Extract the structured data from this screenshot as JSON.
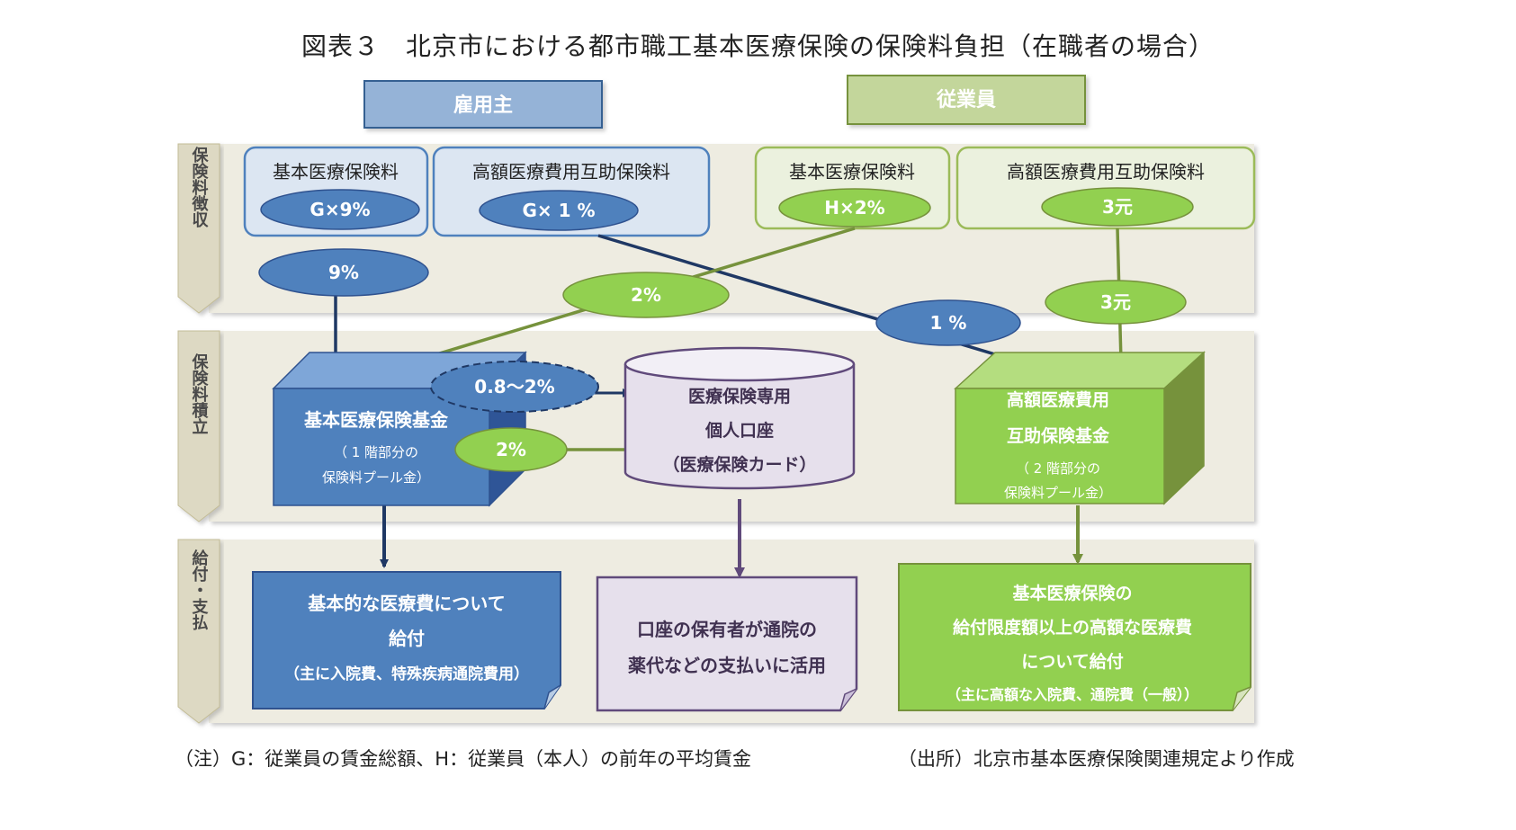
{
  "title": "図表３　北京市における都市職工基本医療保険の保険料負担（在職者の場合）",
  "parties": {
    "employer": "雇用主",
    "employee": "従業員"
  },
  "rows": {
    "collection": "保険料徴収",
    "accumulation": "保険料積立",
    "payment": "給付・支払"
  },
  "employer_fees": {
    "basic": {
      "label": "基本医療保険料",
      "rate": "G×9%"
    },
    "high": {
      "label": "高額医療費用互助保険料",
      "rate": "G× 1 %"
    }
  },
  "employee_fees": {
    "basic": {
      "label": "基本医療保険料",
      "rate": "H×2%"
    },
    "high": {
      "label": "高額医療費用互助保険料",
      "rate": "3元"
    }
  },
  "flows": {
    "employer_basic": "9%",
    "employee_basic": "2%",
    "employer_high": "1 %",
    "employee_high": "3元",
    "transfer_range": "0.8～2%",
    "transfer_employee": "2%"
  },
  "funds": {
    "basic": {
      "title": "基本医療保険基金",
      "note1": "（ 1 階部分の",
      "note2": "保険料プール金）"
    },
    "account": {
      "line1": "医療保険専用",
      "line2": "個人口座",
      "line3": "（医療保険カード）"
    },
    "high": {
      "line1": "高額医療費用",
      "line2": "互助保険基金",
      "note1": "（ 2 階部分の",
      "note2": "保険料プール金）"
    }
  },
  "benefits": {
    "basic": {
      "line1": "基本的な医療費について",
      "line2": "給付",
      "line3": "（主に入院費、特殊疾病通院費用）"
    },
    "account": {
      "line1": "口座の保有者が通院の",
      "line2": "薬代などの支払いに活用"
    },
    "high": {
      "line1": "基本医療保険の",
      "line2": "給付限度額以上の高額な医療費",
      "line3": "について給付",
      "line4": "（主に高額な入院費、通院費（一般））"
    }
  },
  "footnote": "（注）G：従業員の賃金総額、H：従業員（本人）の前年の平均賃金",
  "source": "（出所）北京市基本医療保険関連規定より作成",
  "colors": {
    "employer_fill": "#4f81bd",
    "employer_light": "#dce6f2",
    "employer_header": "#95b3d7",
    "employee_fill": "#92d050",
    "employee_light": "#ebf1de",
    "employee_header": "#c3d69b",
    "account_fill": "#e6e0ec",
    "account_border": "#604a7b",
    "band": "#eeece1"
  }
}
